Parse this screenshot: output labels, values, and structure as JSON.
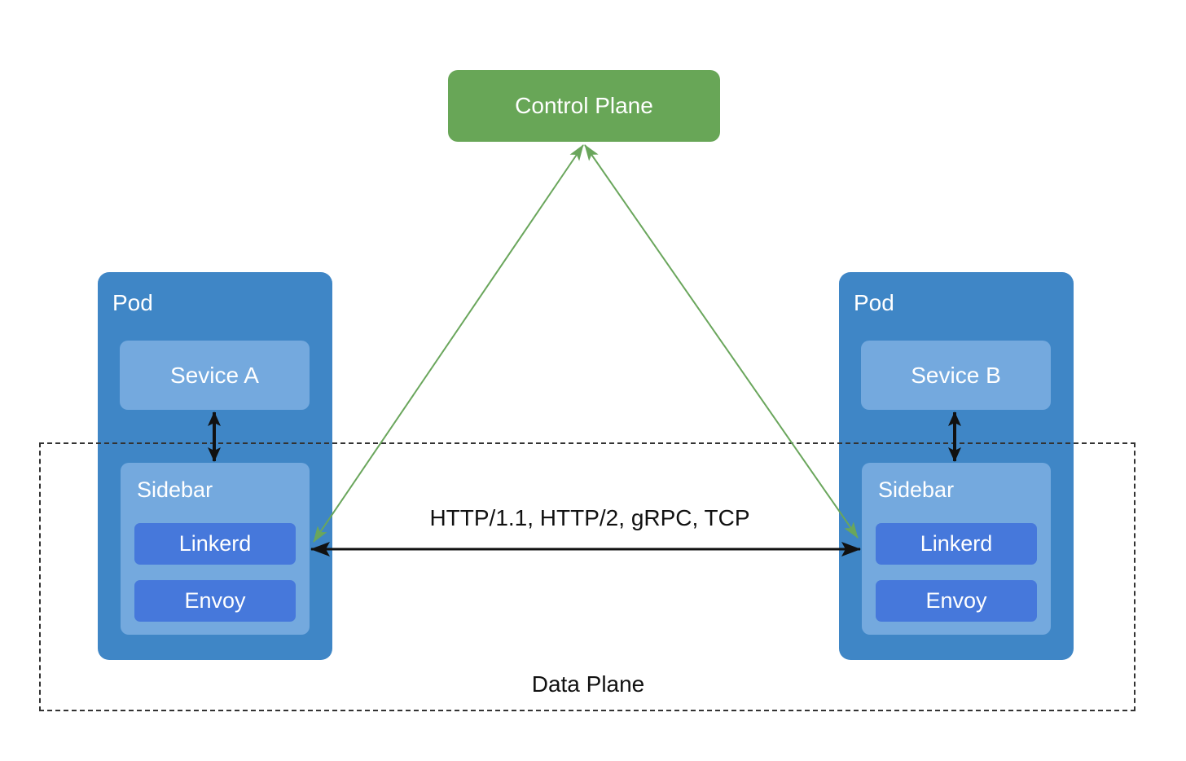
{
  "control_plane": {
    "label": "Control Plane"
  },
  "pods": [
    {
      "label": "Pod",
      "service_label": "Sevice A",
      "sidebar": {
        "label": "Sidebar",
        "components": [
          "Linkerd",
          "Envoy"
        ]
      }
    },
    {
      "label": "Pod",
      "service_label": "Sevice B",
      "sidebar": {
        "label": "Sidebar",
        "components": [
          "Linkerd",
          "Envoy"
        ]
      }
    }
  ],
  "arrows": {
    "pod_to_pod_label": "HTTP/1.1, HTTP/2, gRPC, TCP"
  },
  "data_plane": {
    "label": "Data Plane"
  },
  "colors": {
    "control_plane_green": "#68a657",
    "pod_blue": "#3f86c6",
    "inner_light_blue": "#74a9de",
    "component_blue": "#4678db",
    "arrow_green": "#6aa65c",
    "arrow_black": "#111111",
    "text_on_boxes": "#ffffff",
    "text_dark": "#111111"
  }
}
